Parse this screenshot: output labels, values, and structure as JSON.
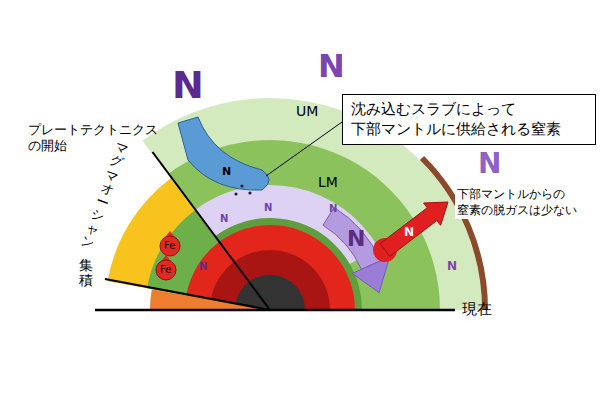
{
  "diagram": {
    "nodes": [
      {
        "text": [
          "沈み込むスラブによって 下部マントルに供給される窒素"
        ]
      }
    ],
    "labels": [
      "N",
      "N",
      "N",
      "プレートテクトニクス の開始",
      "マグマ オーシャン",
      "UM",
      "LM",
      "N",
      "Fe",
      "Fe",
      "N",
      "N",
      "N",
      "N",
      "N",
      "N",
      "N",
      "下部マントルからの 窒素の脱ガスは少ない",
      "集積",
      "現在"
    ]
  }
}
